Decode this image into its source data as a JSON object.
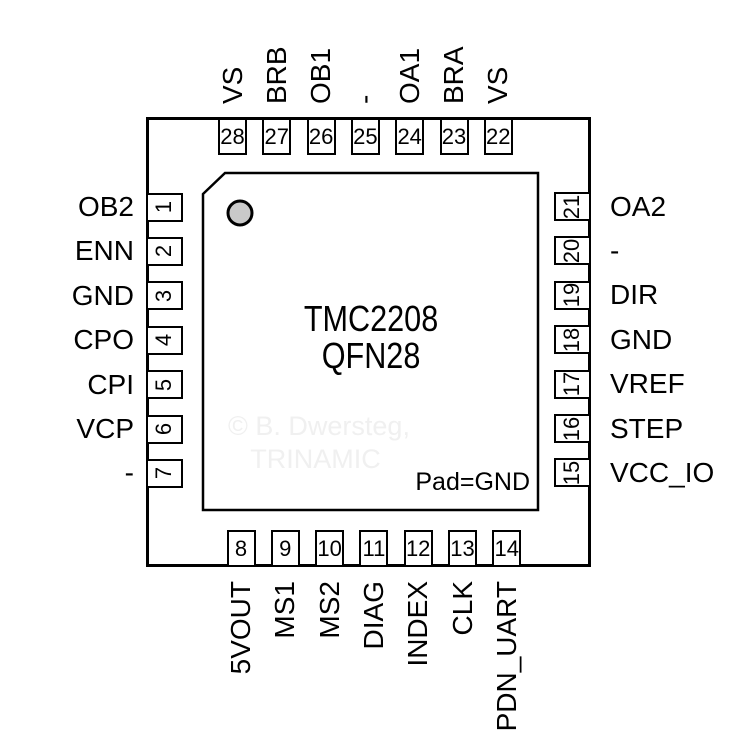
{
  "chip": {
    "name": "TMC2208",
    "package": "QFN28",
    "pad_note": "Pad=GND",
    "watermark_line1": "© B. Dwersteg,",
    "watermark_line2": "TRINAMIC",
    "line_color": "#000000",
    "pin1_marker_color": "#c9c9c9",
    "background_color": "#ffffff"
  },
  "pins": {
    "top": [
      {
        "num": "28",
        "label": "VS"
      },
      {
        "num": "27",
        "label": "BRB"
      },
      {
        "num": "26",
        "label": "OB1"
      },
      {
        "num": "25",
        "label": "-"
      },
      {
        "num": "24",
        "label": "OA1"
      },
      {
        "num": "23",
        "label": "BRA"
      },
      {
        "num": "22",
        "label": "VS"
      }
    ],
    "left": [
      {
        "num": "1",
        "label": "OB2"
      },
      {
        "num": "2",
        "label": "ENN"
      },
      {
        "num": "3",
        "label": "GND"
      },
      {
        "num": "4",
        "label": "CPO"
      },
      {
        "num": "5",
        "label": "CPI"
      },
      {
        "num": "6",
        "label": "VCP"
      },
      {
        "num": "7",
        "label": "-"
      }
    ],
    "right": [
      {
        "num": "21",
        "label": "OA2"
      },
      {
        "num": "20",
        "label": "-"
      },
      {
        "num": "19",
        "label": "DIR"
      },
      {
        "num": "18",
        "label": "GND"
      },
      {
        "num": "17",
        "label": "VREF"
      },
      {
        "num": "16",
        "label": "STEP"
      },
      {
        "num": "15",
        "label": "VCC_IO"
      }
    ],
    "bottom": [
      {
        "num": "8",
        "label": "5VOUT"
      },
      {
        "num": "9",
        "label": "MS1"
      },
      {
        "num": "10",
        "label": "MS2"
      },
      {
        "num": "11",
        "label": "DIAG"
      },
      {
        "num": "12",
        "label": "INDEX"
      },
      {
        "num": "13",
        "label": "CLK"
      },
      {
        "num": "14",
        "label": "PDN_UART"
      }
    ]
  }
}
